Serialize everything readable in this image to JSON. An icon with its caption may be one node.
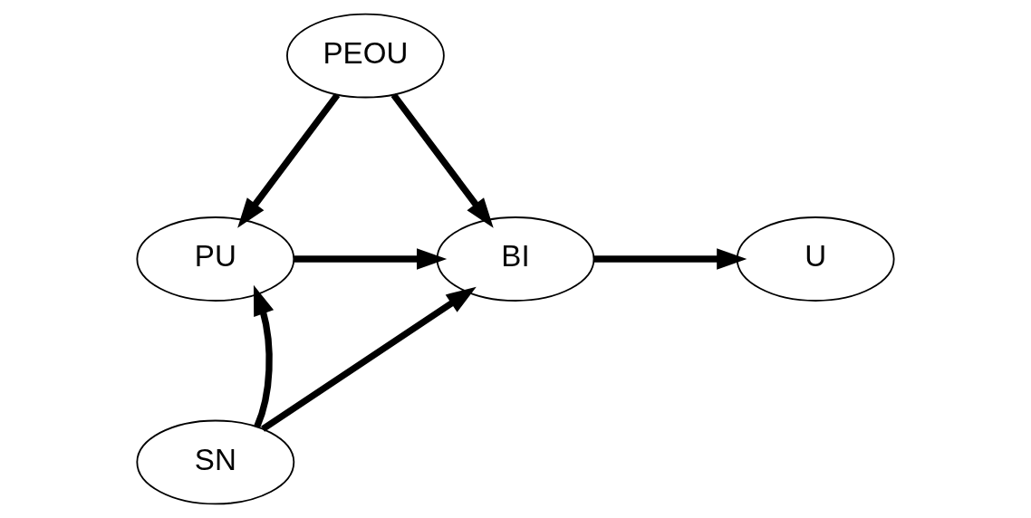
{
  "diagram": {
    "nodes": [
      {
        "text": [
          "PEOU"
        ]
      },
      {
        "text": [
          "PU"
        ]
      },
      {
        "text": [
          "BI"
        ]
      },
      {
        "text": [
          "U"
        ]
      },
      {
        "text": [
          "SN"
        ]
      }
    ],
    "edges": [
      {
        "from": 0,
        "to": 1,
        "arrow": "to"
      },
      {
        "from": 0,
        "to": 2,
        "arrow": "to"
      },
      {
        "from": 1,
        "to": 2,
        "arrow": "to"
      },
      {
        "from": 2,
        "to": 3,
        "arrow": "to"
      },
      {
        "from": 4,
        "to": 1,
        "arrow": "to"
      },
      {
        "from": 4,
        "to": 2,
        "arrow": "to"
      }
    ]
  }
}
